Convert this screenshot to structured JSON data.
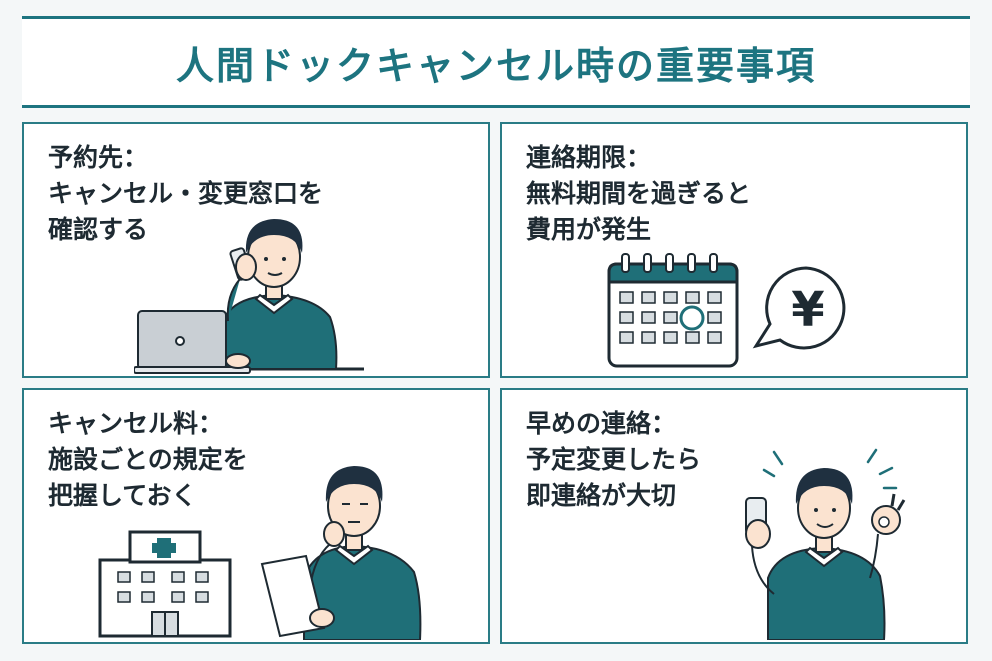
{
  "title": "人間ドックキャンセル時の重要事項",
  "cards": [
    {
      "lines": [
        "予約先：",
        "キャンセル・変更窓口を",
        "確認する"
      ]
    },
    {
      "lines": [
        "連絡期限：",
        "無料期間を過ぎると",
        "費用が発生"
      ]
    },
    {
      "lines": [
        "キャンセル料：",
        "施設ごとの規定を",
        "把握しておく"
      ]
    },
    {
      "lines": [
        "早めの連絡：",
        "予定変更したら",
        "即連絡が大切"
      ]
    }
  ],
  "icons": {
    "card1": [
      "man-on-phone-icon",
      "laptop-icon"
    ],
    "card2": [
      "calendar-icon",
      "yen-speech-bubble-icon"
    ],
    "card3": [
      "hospital-building-icon",
      "man-reading-document-icon"
    ],
    "card4": [
      "man-with-phone-ok-gesture-icon"
    ]
  },
  "colors": {
    "accent": "#1d7480",
    "sweater": "#1f6f78",
    "hair": "#1f3040",
    "skin": "#fbe3d0"
  },
  "yen_symbol": "¥"
}
